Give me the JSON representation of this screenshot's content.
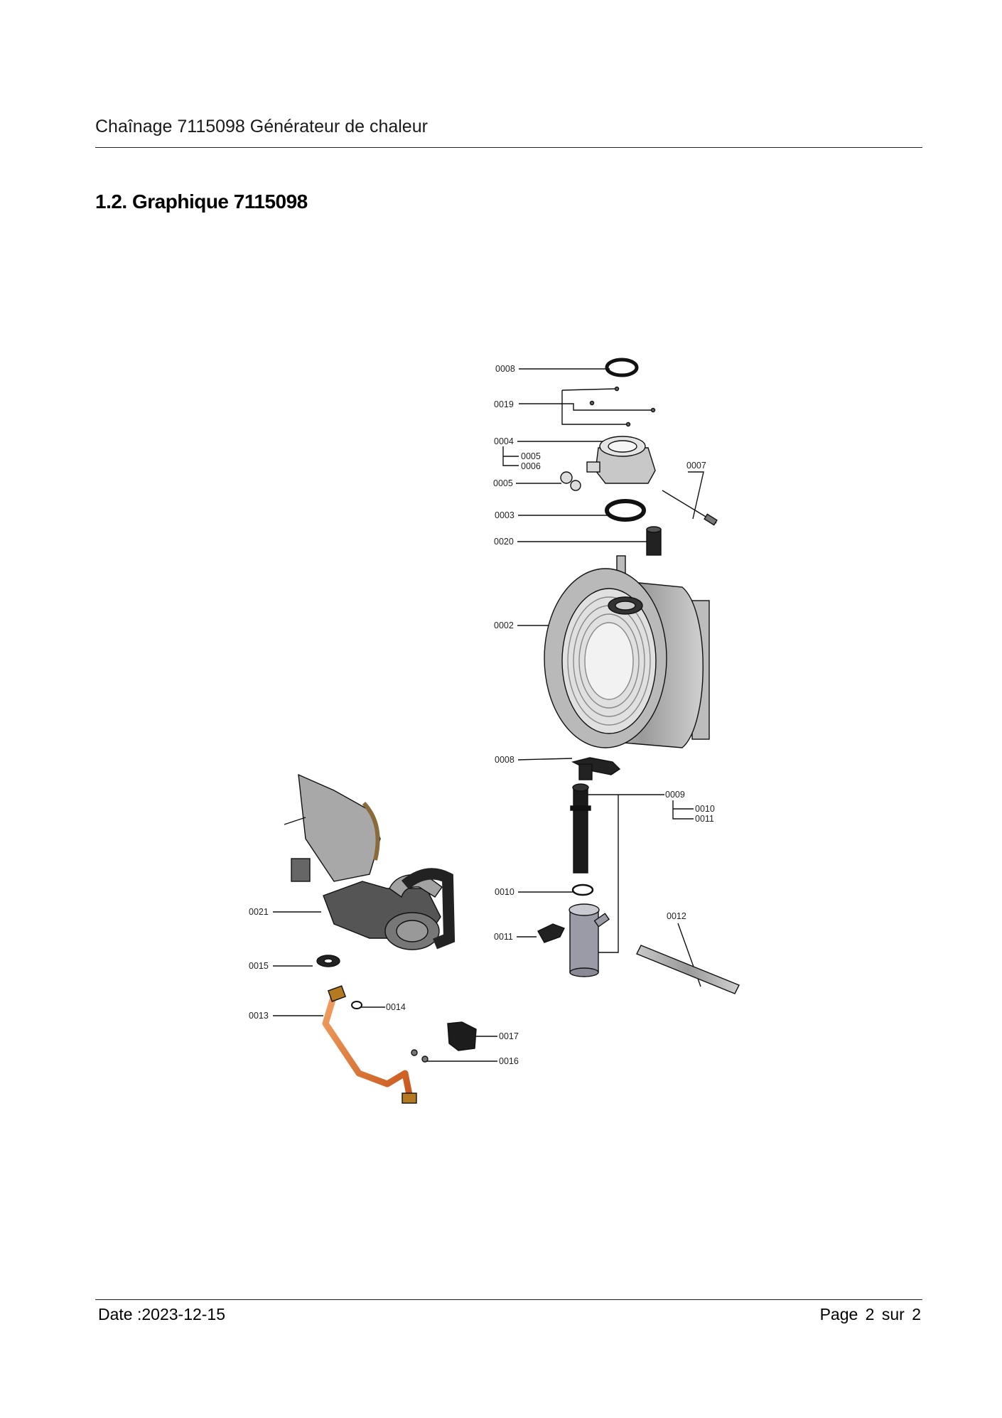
{
  "header": {
    "title": "Chaînage 7115098 Générateur de chaleur"
  },
  "section": {
    "title": "1.2. Graphique 7115098"
  },
  "diagram": {
    "callouts": {
      "c0008_top": "0008",
      "c0019": "0019",
      "c0004": "0004",
      "c0005_a": "0005",
      "c0006": "0006",
      "c0005_b": "0005",
      "c0007": "0007",
      "c0003": "0003",
      "c0020": "0020",
      "c0002": "0002",
      "c0008_mid": "0008",
      "c0009": "0009",
      "c0010_a": "0010",
      "c0011_a": "0011",
      "c0010_b": "0010",
      "c0011_b": "0011",
      "c0012": "0012",
      "c0021": "0021",
      "c0015": "0015",
      "c0013": "0013",
      "c0014": "0014",
      "c0017": "0017",
      "c0016": "0016"
    }
  },
  "footer": {
    "date": "Date :2023-12-15",
    "page": "Page 2 sur 2"
  }
}
